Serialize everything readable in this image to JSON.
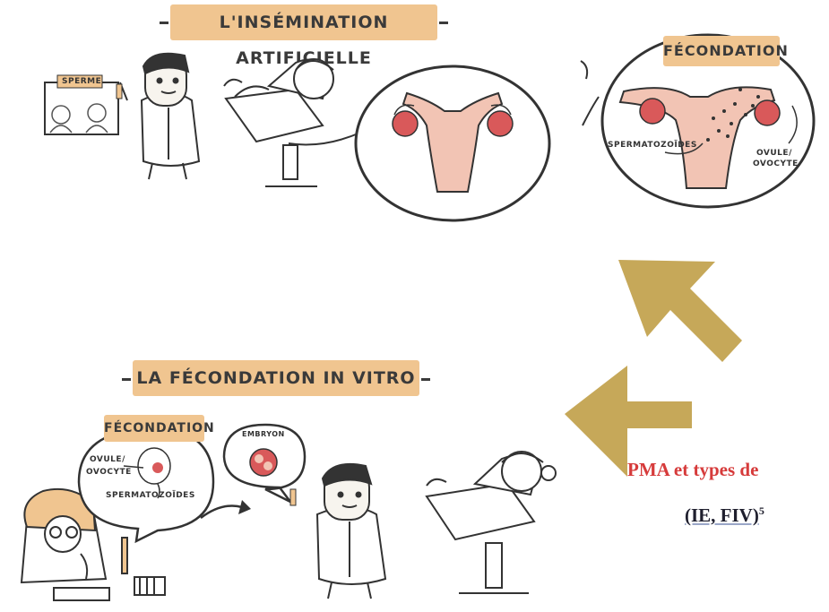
{
  "banners": {
    "insemination": "L'INSÉMINATION ARTIFICIELLE",
    "fiv": "LA FÉCONDATION IN VITRO",
    "fecondation_top": "FÉCONDATION",
    "fecondation_bottom": "FÉCONDATION"
  },
  "labels": {
    "sperme": "SPERME",
    "spermatozoides_top": "SPERMATOZOÏDES",
    "ovule_top_1": "OVULE/",
    "ovule_top_2": "OVOCYTE",
    "embryon": "EMBRYON",
    "ovule_bottom_1": "OVULE/",
    "ovule_bottom_2": "OVOCYTE",
    "spermatozoides_bottom": "SPERMATOZOÏDES"
  },
  "caption": {
    "title": "PMA et types de",
    "ref_text": "(IE, FIV)",
    "ref_sup": "5"
  },
  "colors": {
    "banner": "#f0c590",
    "arrow_gold": "#c6a859",
    "uterus_pink": "#f2c4b4",
    "ovary_red": "#d9595a",
    "caption_red": "#d63b3b"
  },
  "icons": [
    "doctor-illustration",
    "patient-chair-illustration",
    "uterus-illustration",
    "up-left-arrow",
    "left-arrow",
    "lab-technician-illustration"
  ]
}
